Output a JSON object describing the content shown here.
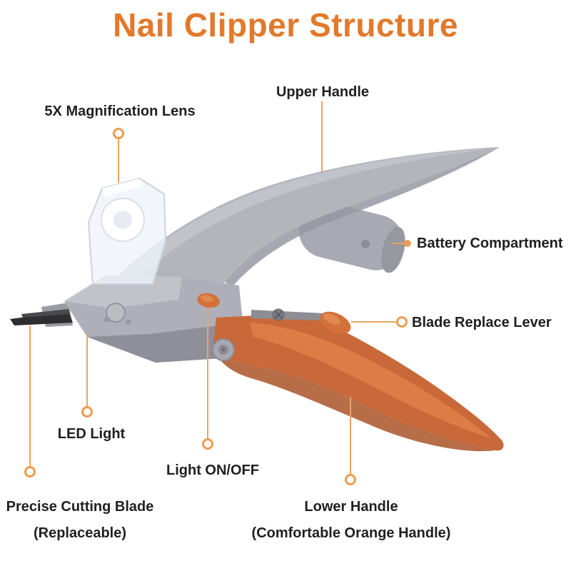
{
  "title": "Nail Clipper Structure",
  "parts": {
    "magnification_lens": {
      "label": "5X Magnification Lens"
    },
    "upper_handle": {
      "label": "Upper Handle"
    },
    "battery_compartment": {
      "label": "Battery Compartment"
    },
    "blade_replace_lever": {
      "label": "Blade Replace Lever"
    },
    "led_light": {
      "label": "LED Light"
    },
    "light_switch": {
      "label": "Light ON/OFF"
    },
    "cutting_blade": {
      "label": "Precise Cutting Blade",
      "sublabel": "(Replaceable)"
    },
    "lower_handle": {
      "label": "Lower Handle",
      "sublabel": "(Comfortable Orange Handle)"
    }
  },
  "colors": {
    "title_orange": "#E2792B",
    "callout_orange": "#ECA35F",
    "marker_orange": "#EE9C4F",
    "handle_gray": "#B4B4BD",
    "handle_orange": "#C9693A",
    "label_text": "#1F1F1F"
  }
}
